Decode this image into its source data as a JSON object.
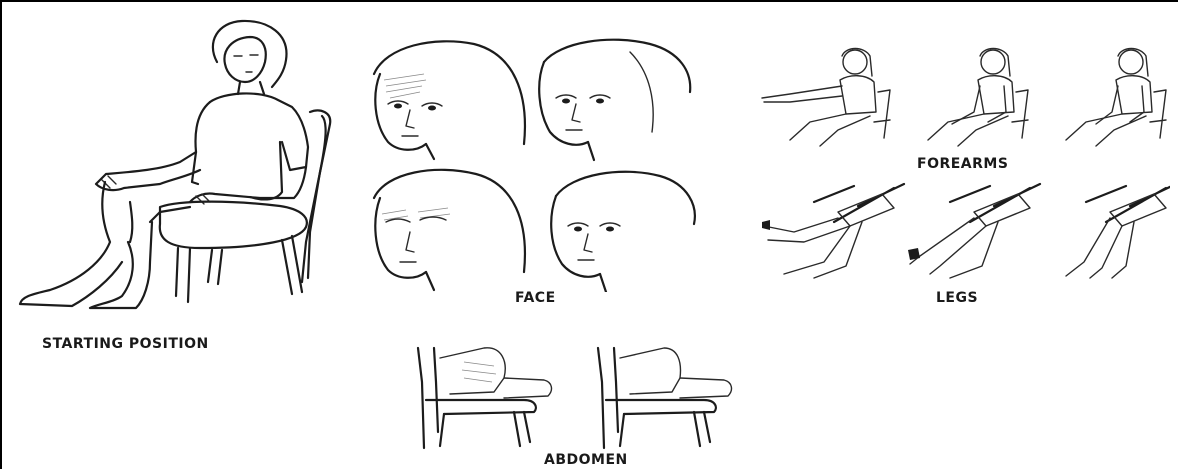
{
  "labels": {
    "starting_position": "STARTING POSITION",
    "face": "FACE",
    "forearms": "FOREARMS",
    "legs": "LEGS",
    "abdomen": "ABDOMEN"
  }
}
